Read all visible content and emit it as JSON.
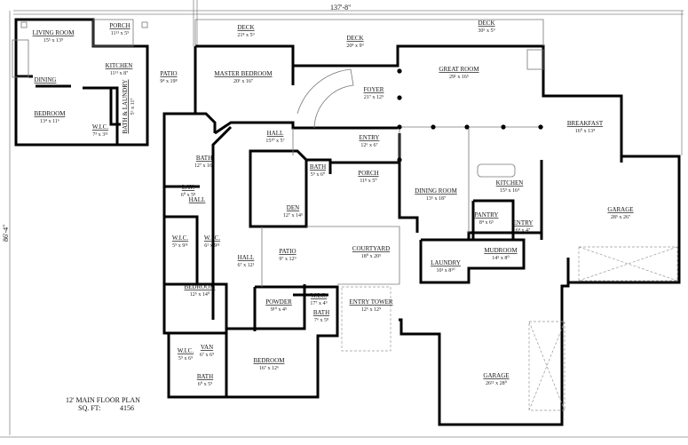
{
  "plan": {
    "overall_width": "137'-8\"",
    "overall_depth": "86'-4\"",
    "title": "12' MAIN FLOOR PLAN",
    "sqft_label": "SQ. FT:",
    "sqft_value": "4156"
  },
  "rooms": [
    {
      "name": "LIVING ROOM",
      "dims": "15⁵ x 13⁹"
    },
    {
      "name": "PORCH",
      "dims": "11¹¹ x 5⁹"
    },
    {
      "name": "KITCHEN",
      "dims": "11¹¹ x 8⁷"
    },
    {
      "name": "DINING",
      "dims": ""
    },
    {
      "name": "BEDROOM",
      "dims": "13⁴ x 11⁶"
    },
    {
      "name": "W.I.C.",
      "dims": "7³ x 3¹¹"
    },
    {
      "name": "BATH & LAUNDRY",
      "dims": "5⁶ x 11⁷"
    },
    {
      "name": "PATIO",
      "dims": "9⁴ x 19⁸"
    },
    {
      "name": "DECK",
      "dims": "21⁸ x 5⁹"
    },
    {
      "name": "DECK",
      "dims": "20⁸ x 9⁹"
    },
    {
      "name": "DECK",
      "dims": "30⁵ x 5⁹"
    },
    {
      "name": "MASTER BEDROOM",
      "dims": "20¹ x 16⁷"
    },
    {
      "name": "FOYER",
      "dims": "21⁷ x 12⁹"
    },
    {
      "name": "GREAT ROOM",
      "dims": "29¹ x 16⁵"
    },
    {
      "name": "HALL",
      "dims": "15¹⁰ x 5⁷"
    },
    {
      "name": "ENTRY",
      "dims": "12⁶ x 6⁷"
    },
    {
      "name": "BREAKFAST",
      "dims": "16⁰ x 13⁴"
    },
    {
      "name": "BATH",
      "dims": "12⁷ x 16⁷"
    },
    {
      "name": "BATH",
      "dims": "5⁹ x 6⁰"
    },
    {
      "name": "PORCH",
      "dims": "11⁸ x 5⁰"
    },
    {
      "name": "HALL",
      "dims": ""
    },
    {
      "name": "LAV.",
      "dims": "6⁰ x 5⁸"
    },
    {
      "name": "DEN",
      "dims": "12⁷ x 14⁵"
    },
    {
      "name": "W.I.C.",
      "dims": "5⁹ x 9¹¹"
    },
    {
      "name": "W.I.C.",
      "dims": "6¹ x 9¹¹"
    },
    {
      "name": "PATIO",
      "dims": "9⁷ x 12⁹"
    },
    {
      "name": "COURTYARD",
      "dims": "18⁰ x 20⁵"
    },
    {
      "name": "HALL",
      "dims": "6⁷ x 12¹"
    },
    {
      "name": "DINING ROOM",
      "dims": "13⁶ x 18⁷"
    },
    {
      "name": "KITCHEN",
      "dims": "15⁹ x 16⁴"
    },
    {
      "name": "PANTRY",
      "dims": "8⁴ x 6⁵"
    },
    {
      "name": "ENTRY",
      "dims": "6⁴ x 4⁷"
    },
    {
      "name": "GARAGE",
      "dims": "28⁵ x 26⁷"
    },
    {
      "name": "LAUNDRY",
      "dims": "10¹ x 8¹⁰"
    },
    {
      "name": "MUDROOM",
      "dims": "14⁵ x 8⁰"
    },
    {
      "name": "BEDROOM",
      "dims": "12⁵ x 14⁰"
    },
    {
      "name": "POWDER",
      "dims": "9¹⁰ x 4⁵"
    },
    {
      "name": "W.I.C.",
      "dims": "17⁷ x 4⁹"
    },
    {
      "name": "BATH",
      "dims": "7⁶ x 5⁸"
    },
    {
      "name": "ENTRY TOWER",
      "dims": "12⁶ x 12⁹"
    },
    {
      "name": "W.I.C.",
      "dims": "5⁹ x 6⁹"
    },
    {
      "name": "VAN",
      "dims": "6⁷ x 6⁹"
    },
    {
      "name": "BATH",
      "dims": "6⁰ x 5⁹"
    },
    {
      "name": "BEDROOM",
      "dims": "16⁷ x 12⁶"
    },
    {
      "name": "GARAGE",
      "dims": "26¹¹ x 28⁰"
    }
  ]
}
